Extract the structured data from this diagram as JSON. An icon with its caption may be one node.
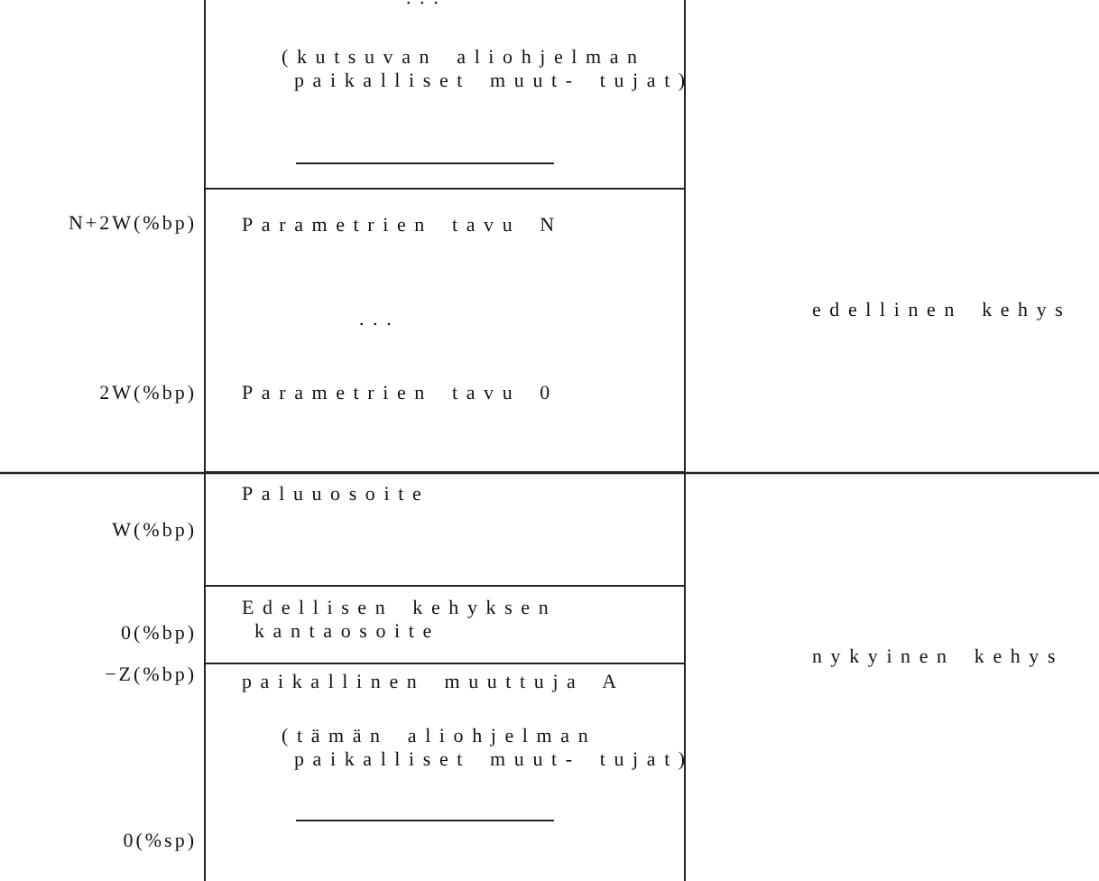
{
  "diagram": {
    "nodes": [
      {
        "text": [
          "(kutsuvan aliohjelman paikalliset muut- tujat)"
        ]
      },
      {
        "text": [
          "Parametrien tavu N",
          "...",
          "Parametrien tavu 0"
        ]
      },
      {
        "text": [
          "Paluuosoite"
        ]
      },
      {
        "text": [
          "Edellisen kehyksen kantaosoite"
        ]
      },
      {
        "text": [
          "paikallinen muuttuja A",
          "(tämän aliohjelman paikalliset muut- tujat)"
        ]
      }
    ],
    "labels": [
      "...",
      "N+2W(%bp)",
      "2W(%bp)",
      "W(%bp)",
      "0(%bp)",
      "−Z(%bp)",
      "0(%sp)",
      "edellinen kehys",
      "nykyinen kehys"
    ]
  }
}
